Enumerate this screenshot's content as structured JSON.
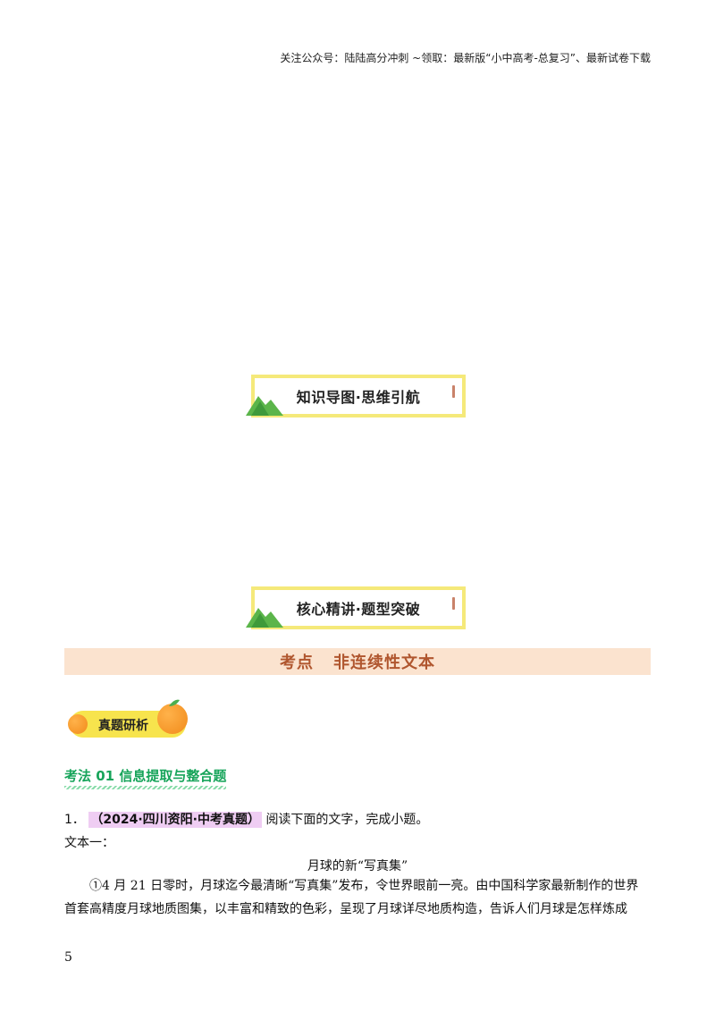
{
  "header": {
    "note": "关注公众号：陆陆高分冲刺 ~领取：最新版“小中高考-总复习”、最新试卷下载"
  },
  "section1": {
    "title": "知识导图·思维引航"
  },
  "section2": {
    "title": "核心精讲·题型突破"
  },
  "topic": {
    "label": "考点",
    "name": "非连续性文本"
  },
  "badge": {
    "label": "真题研析"
  },
  "method": {
    "title": "考法 01 信息提取与整合题"
  },
  "question": {
    "number": "1．",
    "source": "（2024·四川资阳·中考真题）",
    "instruction": "阅读下面的文字，完成小题。",
    "text_label": "文本一：",
    "passage_title": "月球的新“写真集”",
    "paragraph": "①4 月 21 日零时，月球迄今最清晰“写真集”发布，令世界眼前一亮。由中国科学家最新制作的世界首套高精度月球地质图集，以丰富和精致的色彩，呈现了月球详尽地质构造，告诉人们月球是怎样炼成"
  },
  "footer": {
    "page_number": "5"
  },
  "colors": {
    "banner_border": "#f5e97a",
    "topic_band": "#fbe3cf",
    "topic_text": "#b0562e",
    "badge_fill": "#f7e44d",
    "method_green": "#17a45a",
    "source_highlight": "#efcdf3"
  }
}
